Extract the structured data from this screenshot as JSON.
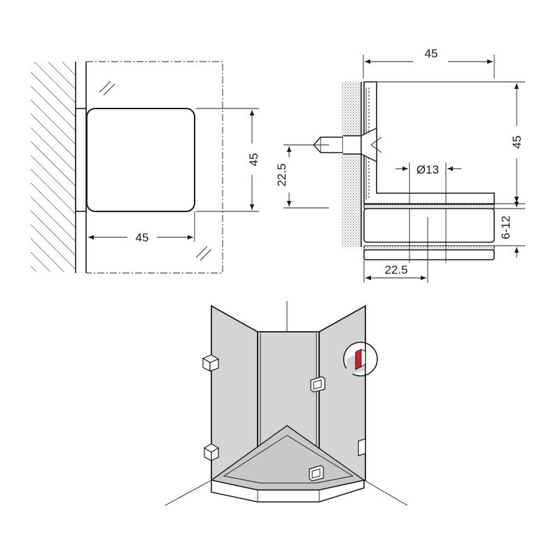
{
  "front_view": {
    "width_label": "45",
    "height_label": "45"
  },
  "side_view": {
    "top_width_label": "45",
    "right_height_label": "45",
    "hole_offset_label": "22.5",
    "bore_label": "Ø13",
    "glass_thickness_label": "6-12",
    "bottom_offset_label": "22.5"
  },
  "perspective_view": {
    "highlight_color": "#d0202e",
    "glass_color": "#d4d4d4"
  }
}
